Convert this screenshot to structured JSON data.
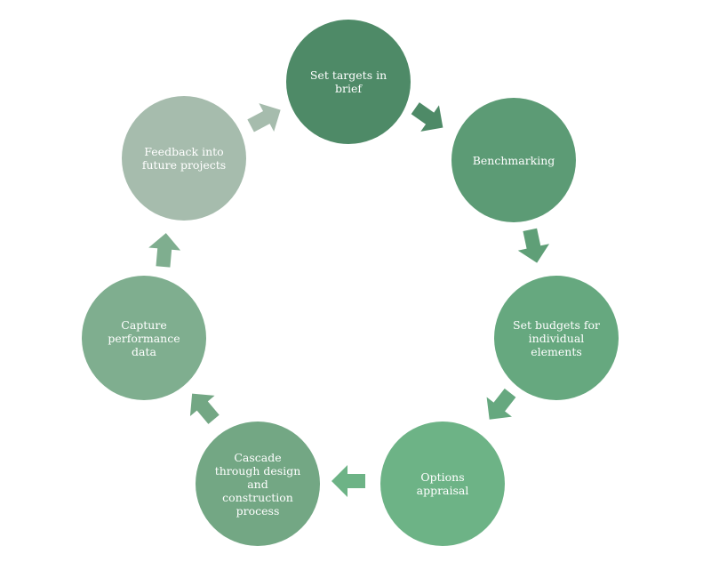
{
  "cycle": {
    "nodes": [
      {
        "label": "Set targets in\nbrief"
      },
      {
        "label": "Benchmarking"
      },
      {
        "label": "Set budgets for\nindividual\nelements"
      },
      {
        "label": "Options\nappraisal"
      },
      {
        "label": "Cascade\nthrough design\nand\nconstruction\nprocess"
      },
      {
        "label": "Capture\nperformance\ndata"
      },
      {
        "label": "Feedback into\nfuture projects"
      }
    ],
    "colors": {
      "node1": "#4e8a67",
      "node2": "#5c9b75",
      "node3": "#66a87f",
      "node4": "#6db386",
      "node5": "#73a784",
      "node6": "#7fae8f",
      "node7": "#a6bcad",
      "arrow": "#5f9f77",
      "arrow_light": "#8dbb9b"
    }
  }
}
